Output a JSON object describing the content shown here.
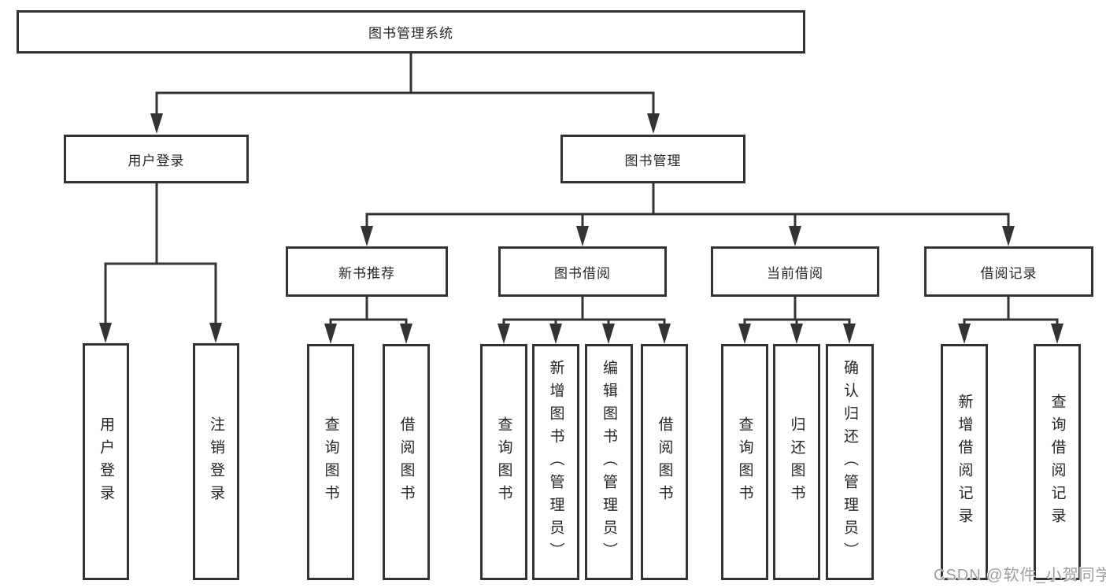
{
  "diagram": {
    "root": {
      "label": "图书管理系统"
    },
    "level2": [
      {
        "label": "用户登录"
      },
      {
        "label": "图书管理"
      }
    ],
    "level3": [
      {
        "label": "新书推荐"
      },
      {
        "label": "图书借阅"
      },
      {
        "label": "当前借阅"
      },
      {
        "label": "借阅记录"
      }
    ],
    "children": {
      "user_login": [
        "用户登录",
        "注销登录"
      ],
      "new_book_recommend": [
        "查询图书",
        "借阅图书"
      ],
      "book_borrow": [
        "查询图书",
        "新增图书（管理员）",
        "编辑图书（管理员）",
        "借阅图书"
      ],
      "current_borrow": [
        "查询图书",
        "归还图书",
        "确认归还（管理员）"
      ],
      "borrow_records": [
        "新增借阅记录",
        "查询借阅记录"
      ]
    }
  },
  "watermark": {
    "text": "CSDN @软件_小贺同学"
  },
  "colors": {
    "line": "#333333",
    "box_background": "#ffffff",
    "text": "#262626",
    "watermark": "#9d9d9d"
  }
}
